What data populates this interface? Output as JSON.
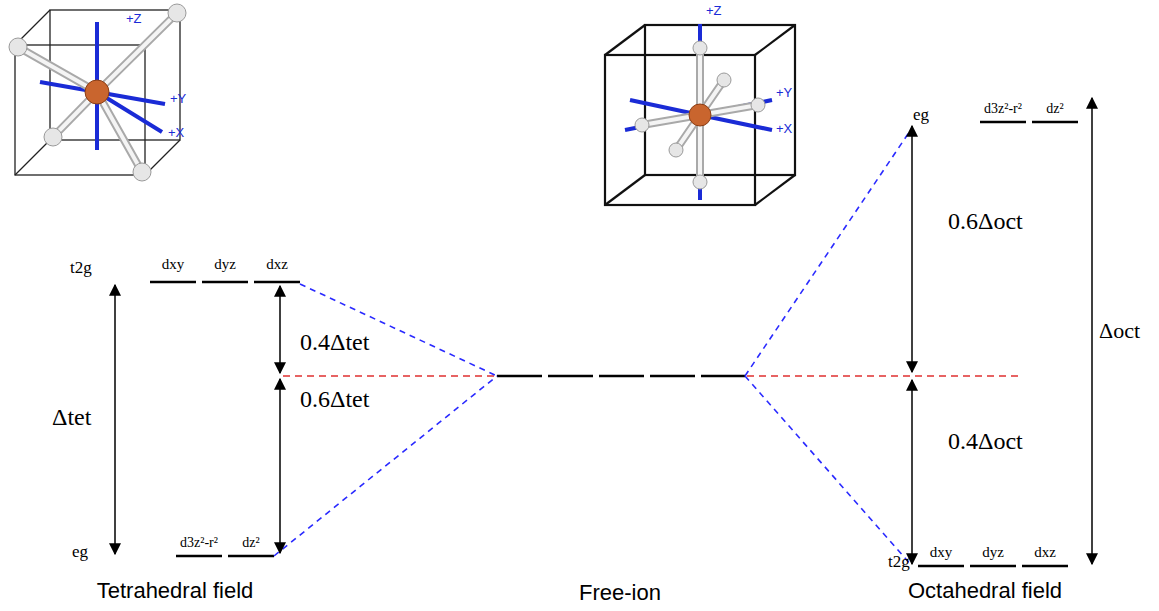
{
  "diagram": {
    "labels": [
      "+Z",
      "+Y",
      "+X",
      "+Z",
      "+Y",
      "+X",
      "t2g",
      "dxy",
      "dyz",
      "dxz",
      "0.4Δtet",
      "Δtet",
      "0.6Δtet",
      "eg",
      "d3z²-r²",
      "dz²",
      "eg",
      "d3z²-r²",
      "dz²",
      "0.6Δoct",
      "Δoct",
      "0.4Δoct",
      "t2g",
      "dxy",
      "dyz",
      "dxz",
      "Tetrahedral field",
      "Free-ion",
      "Octahedral field"
    ]
  }
}
